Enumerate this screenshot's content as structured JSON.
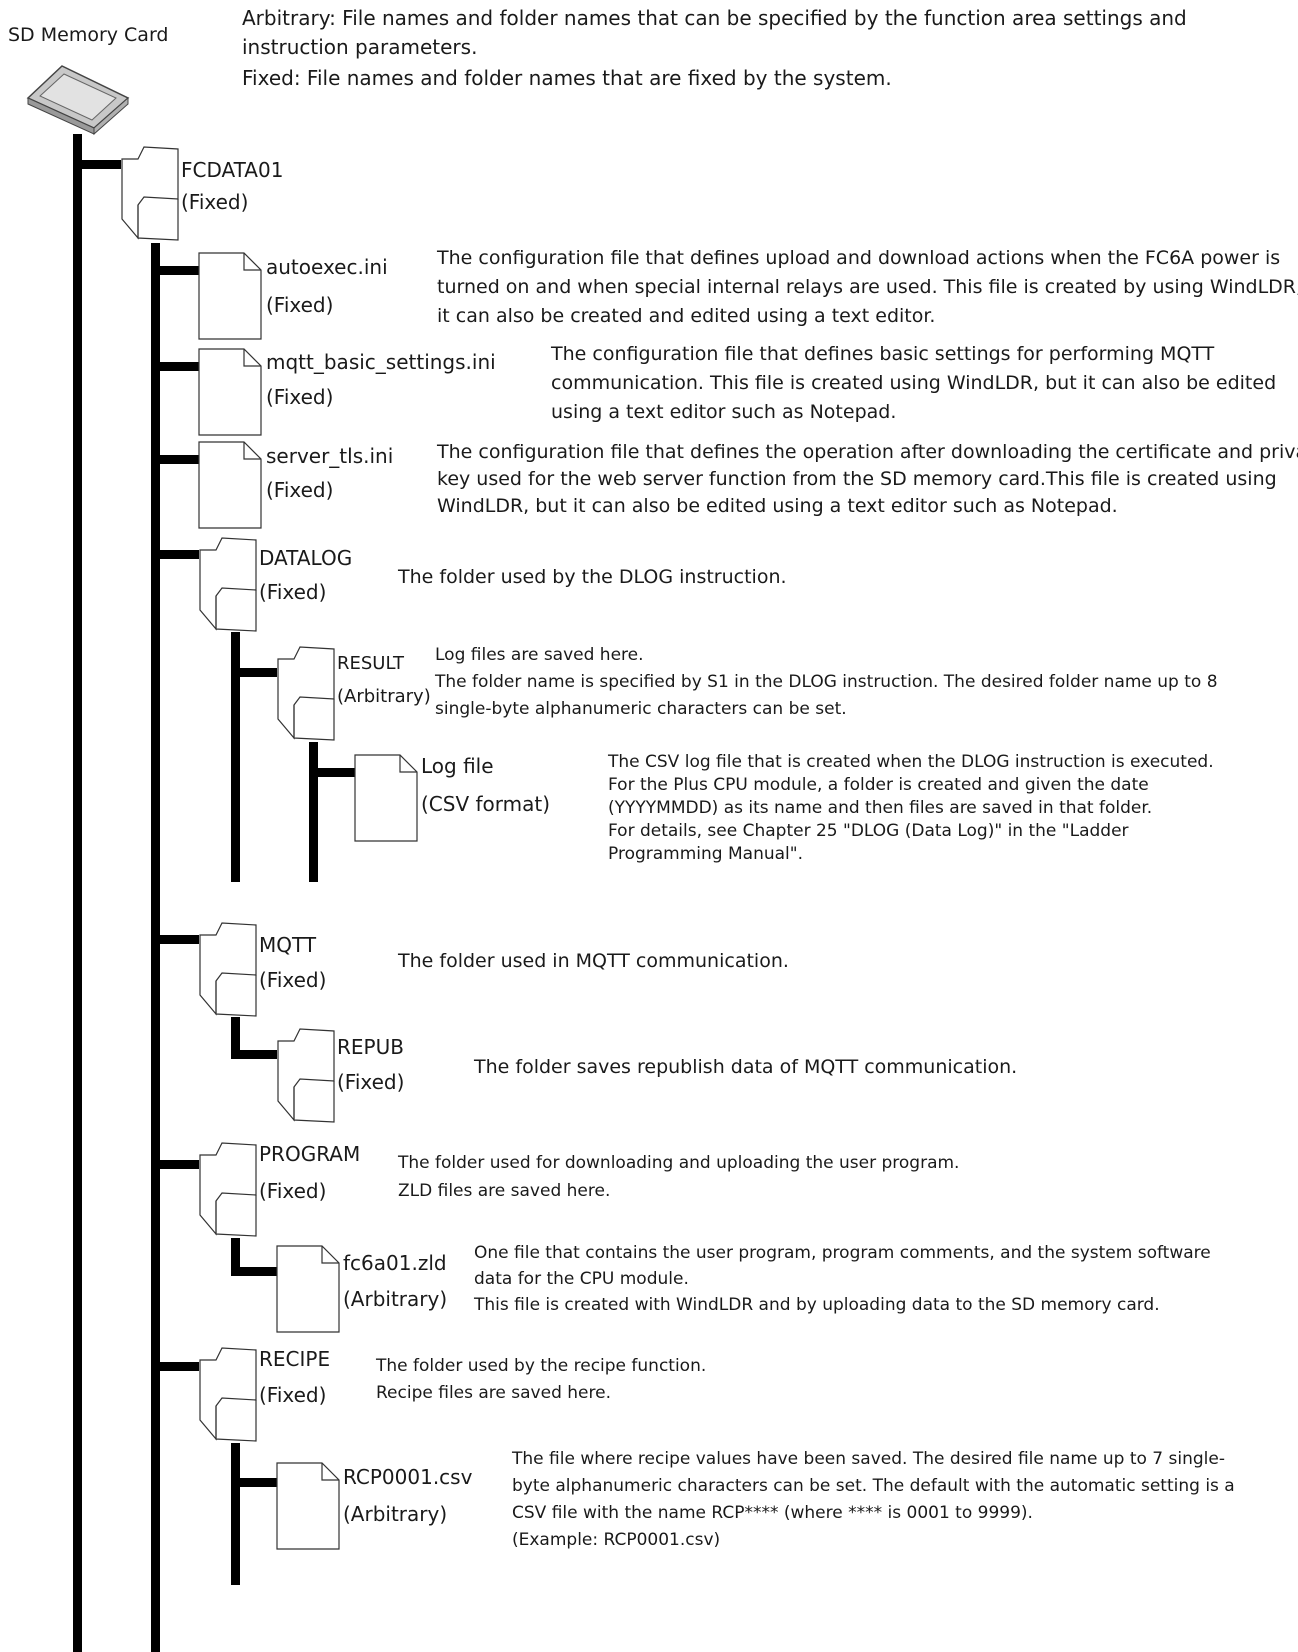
{
  "sd_card_label": "SD Memory Card",
  "legend": {
    "arbitrary_line1": "Arbitrary: File names and folder names that can be specified by the function area settings and",
    "arbitrary_line2": "instruction parameters.",
    "fixed": "Fixed: File names and folder names that are fixed by the system."
  },
  "fcdata": {
    "name": "FCDATA01",
    "tag": "(Fixed)"
  },
  "autoexec": {
    "name": "autoexec.ini",
    "tag": "(Fixed)",
    "desc": [
      "The configuration file that defines upload and download actions when the FC6A power is",
      "turned on and when special internal relays are used. This file is created by using WindLDR, but",
      "it can also be created and edited using a text editor."
    ]
  },
  "mqtt_basic": {
    "name": "mqtt_basic_settings.ini",
    "tag": "(Fixed)",
    "desc": [
      "The configuration file that defines basic settings for performing MQTT",
      "communication. This file is created using WindLDR, but it can also be edited",
      "using a text editor such as Notepad."
    ]
  },
  "server_tls": {
    "name": "server_tls.ini",
    "tag": "(Fixed)",
    "desc": [
      "The configuration file that defines the operation after downloading the certificate and private",
      "key used for the web server function from the SD memory card.This file is created using",
      "WindLDR, but it can also be edited using a text editor such as Notepad."
    ]
  },
  "datalog": {
    "name": "DATALOG",
    "tag": "(Fixed)",
    "desc": "The folder used by the DLOG instruction."
  },
  "result": {
    "name": "RESULT",
    "tag": "(Arbitrary)",
    "desc": [
      "Log files are saved here.",
      "The folder name is specified by S1 in the DLOG instruction. The desired folder name up to 8",
      "single-byte alphanumeric characters can be set."
    ]
  },
  "logfile": {
    "name": "Log file",
    "tag": "(CSV format)",
    "desc": [
      "The CSV log file that is created when the DLOG instruction is executed.",
      "For the Plus CPU module, a folder is created and given the date",
      "(YYYYMMDD) as its name and then files are saved in that folder.",
      "For details, see Chapter 25 \"DLOG (Data Log)\" in the \"Ladder",
      "Programming Manual\"."
    ]
  },
  "mqtt": {
    "name": "MQTT",
    "tag": "(Fixed)",
    "desc": "The folder used in MQTT communication."
  },
  "repub": {
    "name": "REPUB",
    "tag": "(Fixed)",
    "desc": "The folder saves republish data of MQTT communication."
  },
  "program": {
    "name": "PROGRAM",
    "tag": "(Fixed)",
    "desc": [
      "The folder used for downloading and uploading the user program.",
      "ZLD files are saved here."
    ]
  },
  "zld": {
    "name": "fc6a01.zld",
    "tag": "(Arbitrary)",
    "desc": [
      "One file that contains the user program, program comments, and the system software",
      "data for the CPU module.",
      "This file is created with WindLDR and by uploading data to the SD memory card."
    ]
  },
  "recipe": {
    "name": "RECIPE",
    "tag": "(Fixed)",
    "desc": [
      "The folder used by the recipe function.",
      "Recipe files are saved here."
    ]
  },
  "rcp": {
    "name": "RCP0001.csv",
    "tag": "(Arbitrary)",
    "desc": [
      "The file where recipe values have been saved. The desired file name up to 7 single-",
      "byte alphanumeric characters can be set. The default with the automatic setting is a",
      "CSV file with the name RCP**** (where **** is 0001 to 9999).",
      "(Example: RCP0001.csv)"
    ]
  },
  "icons": {
    "folder": "folder-icon",
    "file": "file-icon",
    "card": "sd-card-icon"
  }
}
